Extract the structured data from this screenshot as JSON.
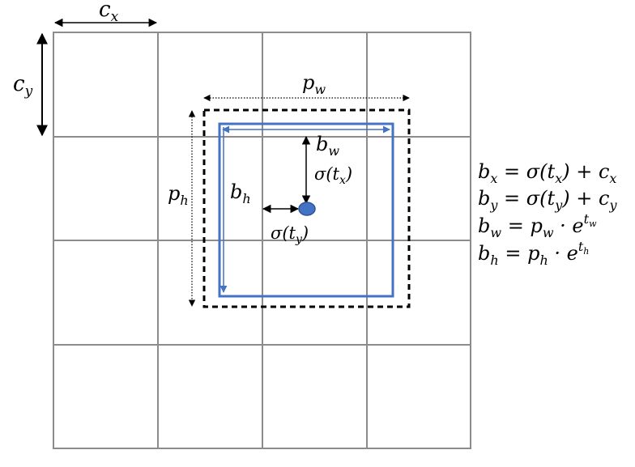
{
  "colors": {
    "grid": "#8c8c8c",
    "anchor_box": "#000000",
    "predicted_box": "#4472c4",
    "center_point": "#4472c4",
    "arrow": "#000000"
  },
  "labels": {
    "cx": {
      "base": "c",
      "sub": "x"
    },
    "cy": {
      "base": "c",
      "sub": "y"
    },
    "pw": {
      "base": "p",
      "sub": "w"
    },
    "ph": {
      "base": "p",
      "sub": "h"
    },
    "bw": {
      "base": "b",
      "sub": "w"
    },
    "bh": {
      "base": "b",
      "sub": "h"
    },
    "sigma_tx": {
      "pre": "σ(",
      "base": "t",
      "sub": "x",
      "post": ")"
    },
    "sigma_ty": {
      "pre": "σ(",
      "base": "t",
      "sub": "y",
      "post": ")"
    }
  },
  "equations": [
    {
      "lhs_base": "b",
      "lhs_sub": "x",
      "mid": " = σ(",
      "t_base": "t",
      "t_sub": "x",
      "rest": ") + ",
      "c_base": "c",
      "c_sub": "x"
    },
    {
      "lhs_base": "b",
      "lhs_sub": "y",
      "mid": " = σ(",
      "t_base": "t",
      "t_sub": "y",
      "rest": ") + ",
      "c_base": "c",
      "c_sub": "y"
    },
    {
      "lhs_base": "b",
      "lhs_sub": "w",
      "mid": " = ",
      "p_base": "p",
      "p_sub": "w",
      "dot": " · e",
      "exp_base": "t",
      "exp_sub": "w"
    },
    {
      "lhs_base": "b",
      "lhs_sub": "h",
      "mid": " = ",
      "p_base": "p",
      "p_sub": "h",
      "dot": " · e",
      "exp_base": "t",
      "exp_sub": "h"
    }
  ]
}
